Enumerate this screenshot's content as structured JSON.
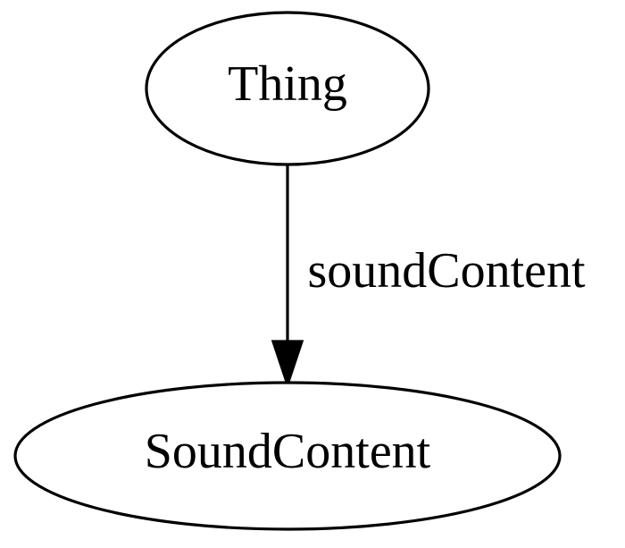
{
  "diagram": {
    "nodes": {
      "thing": {
        "label": "Thing"
      },
      "sound_content": {
        "label": "SoundContent"
      }
    },
    "edges": {
      "sound_content_edge": {
        "label": "soundContent",
        "from": "Thing",
        "to": "SoundContent"
      }
    }
  }
}
